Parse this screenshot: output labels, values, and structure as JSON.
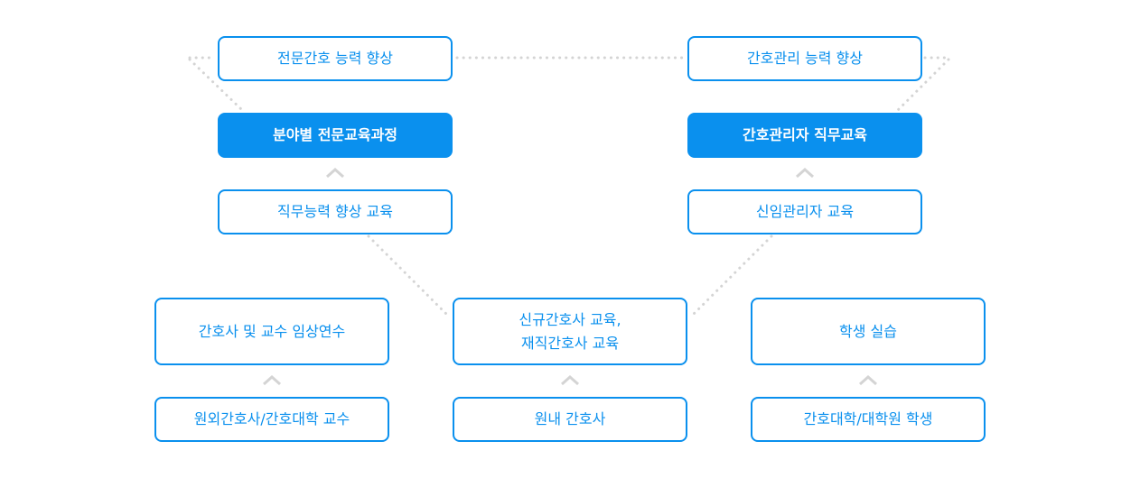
{
  "colors": {
    "accent": "#0a90ee",
    "connector": "#d4d4d4",
    "chevron": "#d4d4d4"
  },
  "top_left": {
    "goal": "전문간호 능력 향상",
    "program": "분야별 전문교육과정",
    "base": "직무능력 향상 교육"
  },
  "top_right": {
    "goal": "간호관리 능력 향상",
    "program": "간호관리자 직무교육",
    "base": "신임관리자 교육"
  },
  "bottom": {
    "left": {
      "program": "간호사 및 교수 임상연수",
      "target": "원외간호사/간호대학 교수"
    },
    "center": {
      "program_line1": "신규간호사 교육,",
      "program_line2": "재직간호사 교육",
      "target": "원내 간호사"
    },
    "right": {
      "program": "학생 실습",
      "target": "간호대학/대학원 학생"
    }
  }
}
